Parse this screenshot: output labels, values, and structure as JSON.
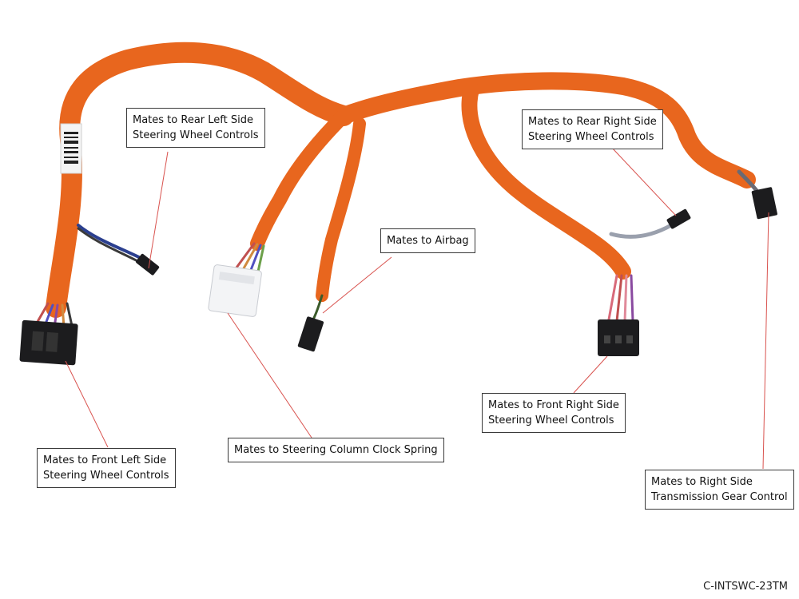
{
  "colors": {
    "sleeve": "#e8661e",
    "sleeve_shade": "#c84f10",
    "sleeve_highlight": "#f58a45",
    "connector_black": "#1c1c1e",
    "connector_white": "#f3f4f6",
    "leader_line": "#d9534f",
    "callout_border": "#3a3a3a"
  },
  "callouts": {
    "rear_left": {
      "line1": "Mates to Rear Left Side",
      "line2": "Steering Wheel Controls"
    },
    "rear_right": {
      "line1": "Mates to Rear Right Side",
      "line2": "Steering Wheel Controls"
    },
    "airbag": {
      "line1": "Mates to Airbag"
    },
    "front_left": {
      "line1": "Mates to Front Left Side",
      "line2": "Steering Wheel Controls"
    },
    "clock_spring": {
      "line1": "Mates to Steering Column Clock Spring"
    },
    "front_right": {
      "line1": "Mates to Front Right Side",
      "line2": "Steering Wheel Controls"
    },
    "transmission": {
      "line1": "Mates to Right Side",
      "line2": "Transmission Gear Control"
    }
  },
  "part_code": "C-INTSWC-23TM"
}
